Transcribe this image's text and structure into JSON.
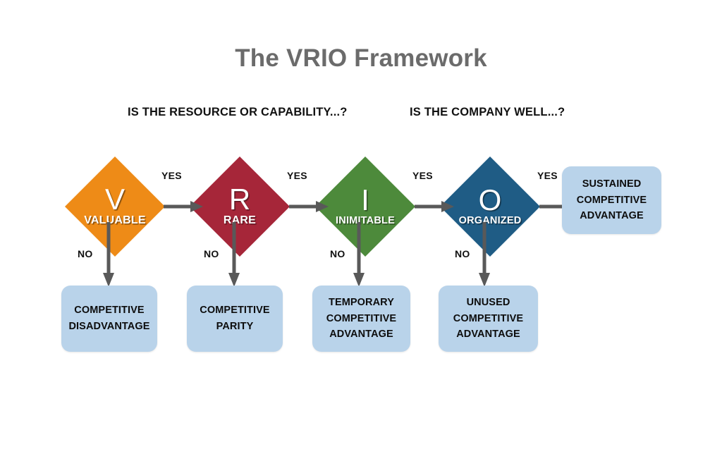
{
  "title": "The VRIO Framework",
  "headers": {
    "resource": "IS THE RESOURCE OR CAPABILITY...?",
    "company": "IS THE COMPANY WELL...?"
  },
  "colors": {
    "title": "#6b6b6b",
    "valuable": "#ee8b17",
    "rare": "#a62639",
    "inimitable": "#4d8a3b",
    "organized": "#1f5c85",
    "outcome_box": "#b9d3ea",
    "arrow": "#595959",
    "text_dark": "#111111",
    "text_light": "#ffffff"
  },
  "nodes": [
    {
      "id": "valuable",
      "letter": "V",
      "word": "VALUABLE",
      "color": "#ee8b17"
    },
    {
      "id": "rare",
      "letter": "R",
      "word": "RARE",
      "color": "#a62639"
    },
    {
      "id": "inimitable",
      "letter": "I",
      "word": "INIMITABLE",
      "color": "#4d8a3b"
    },
    {
      "id": "organized",
      "letter": "O",
      "word": "ORGANIZED",
      "color": "#1f5c85"
    }
  ],
  "edges": {
    "yes": [
      "YES",
      "YES",
      "YES",
      "YES"
    ],
    "no": [
      "NO",
      "NO",
      "NO",
      "NO"
    ]
  },
  "outcomes": {
    "sustained": {
      "lines": [
        "SUSTAINED",
        "COMPETITIVE",
        "ADVANTAGE"
      ]
    },
    "disadvantage": {
      "lines": [
        "COMPETITIVE",
        "DISADVANTAGE"
      ]
    },
    "parity": {
      "lines": [
        "COMPETITIVE",
        "PARITY"
      ]
    },
    "temporary": {
      "lines": [
        "TEMPORARY",
        "COMPETITIVE",
        "ADVANTAGE"
      ]
    },
    "unused": {
      "lines": [
        "UNUSED",
        "COMPETITIVE",
        "ADVANTAGE"
      ]
    }
  }
}
